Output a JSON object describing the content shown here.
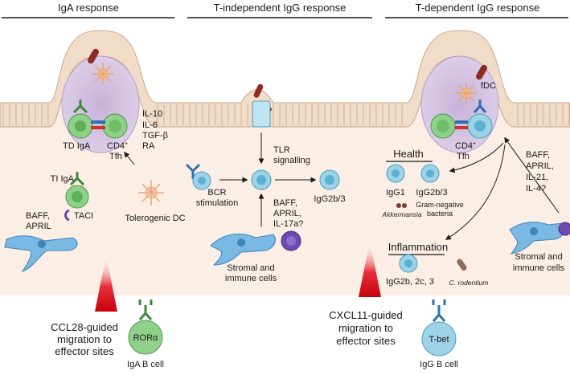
{
  "headers": {
    "iga": "IgA response",
    "ti_igg": "T-independent IgG response",
    "td_igg": "T-dependent IgG response"
  },
  "iga": {
    "td_iga": "TD IgA",
    "cd4_prefix": "CD4",
    "cd4_sup": "+",
    "tfh": "Tfh",
    "cytokines": [
      "IL-10",
      "IL-6",
      "TGF-β",
      "RA"
    ],
    "tolerogenic_dc": "Tolerogenic DC",
    "ti_iga": "TI IgA",
    "baff_april": [
      "BAFF,",
      "APRIL"
    ],
    "taci": "TACI",
    "migration": [
      "CCL28-guided",
      "migration to",
      "effector sites"
    ],
    "cell_marker": "RORα",
    "cell_label": "IgA B cell"
  },
  "ti": {
    "tlr": [
      "TLR",
      "signalling"
    ],
    "bcr": [
      "BCR",
      "stimulation"
    ],
    "factors": [
      "BAFF,",
      "APRIL,",
      "IL-17a?"
    ],
    "igg": "IgG2b/3",
    "stromal": [
      "Stromal and",
      "immune cells"
    ]
  },
  "td": {
    "fdc": "fDC",
    "cd4_prefix": "CD4",
    "cd4_sup": "+",
    "tfh": "Tfh",
    "health": "Health",
    "igg1": "IgG1",
    "igg2b3": "IgG2b/3",
    "akkermansia": "Akkermansia",
    "gram_neg": [
      "Gram-negative",
      "bacteria"
    ],
    "factors": [
      "BAFF,",
      "APRIL,",
      "IL-21,",
      "IL-4?"
    ],
    "inflammation": "Inflammation",
    "igg_infl": "IgG2b, 2c, 3",
    "c_rodentium": "C. rodentium",
    "stromal": [
      "Stromal and",
      "immune cells"
    ],
    "migration": [
      "CXCL11-guided",
      "migration to",
      "effector sites"
    ],
    "cell_marker": "T-bet",
    "cell_label": "IgG B cell"
  },
  "colors": {
    "tissue": "#fbeee5",
    "epithelium": "#f2dcc8",
    "follicle": "#d8c5e3",
    "follicle_inner": "#c4aed6",
    "b_cell_blue": "#7fc4dc",
    "b_cell_green": "#8fd08a",
    "stromal": "#79b9e3",
    "purple": "#5a3f9c",
    "red": "#d9111a",
    "bacteria": "#8e2b24"
  }
}
